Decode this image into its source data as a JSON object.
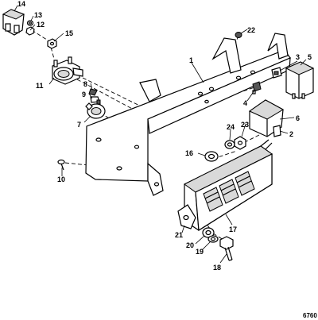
{
  "diagram": {
    "figure_number": "6760",
    "callouts": [
      "1",
      "2",
      "3",
      "4",
      "5",
      "6",
      "7",
      "8",
      "9",
      "10",
      "11",
      "12",
      "13",
      "14",
      "15",
      "16",
      "17",
      "18",
      "19",
      "20",
      "21",
      "22",
      "23",
      "24"
    ]
  }
}
